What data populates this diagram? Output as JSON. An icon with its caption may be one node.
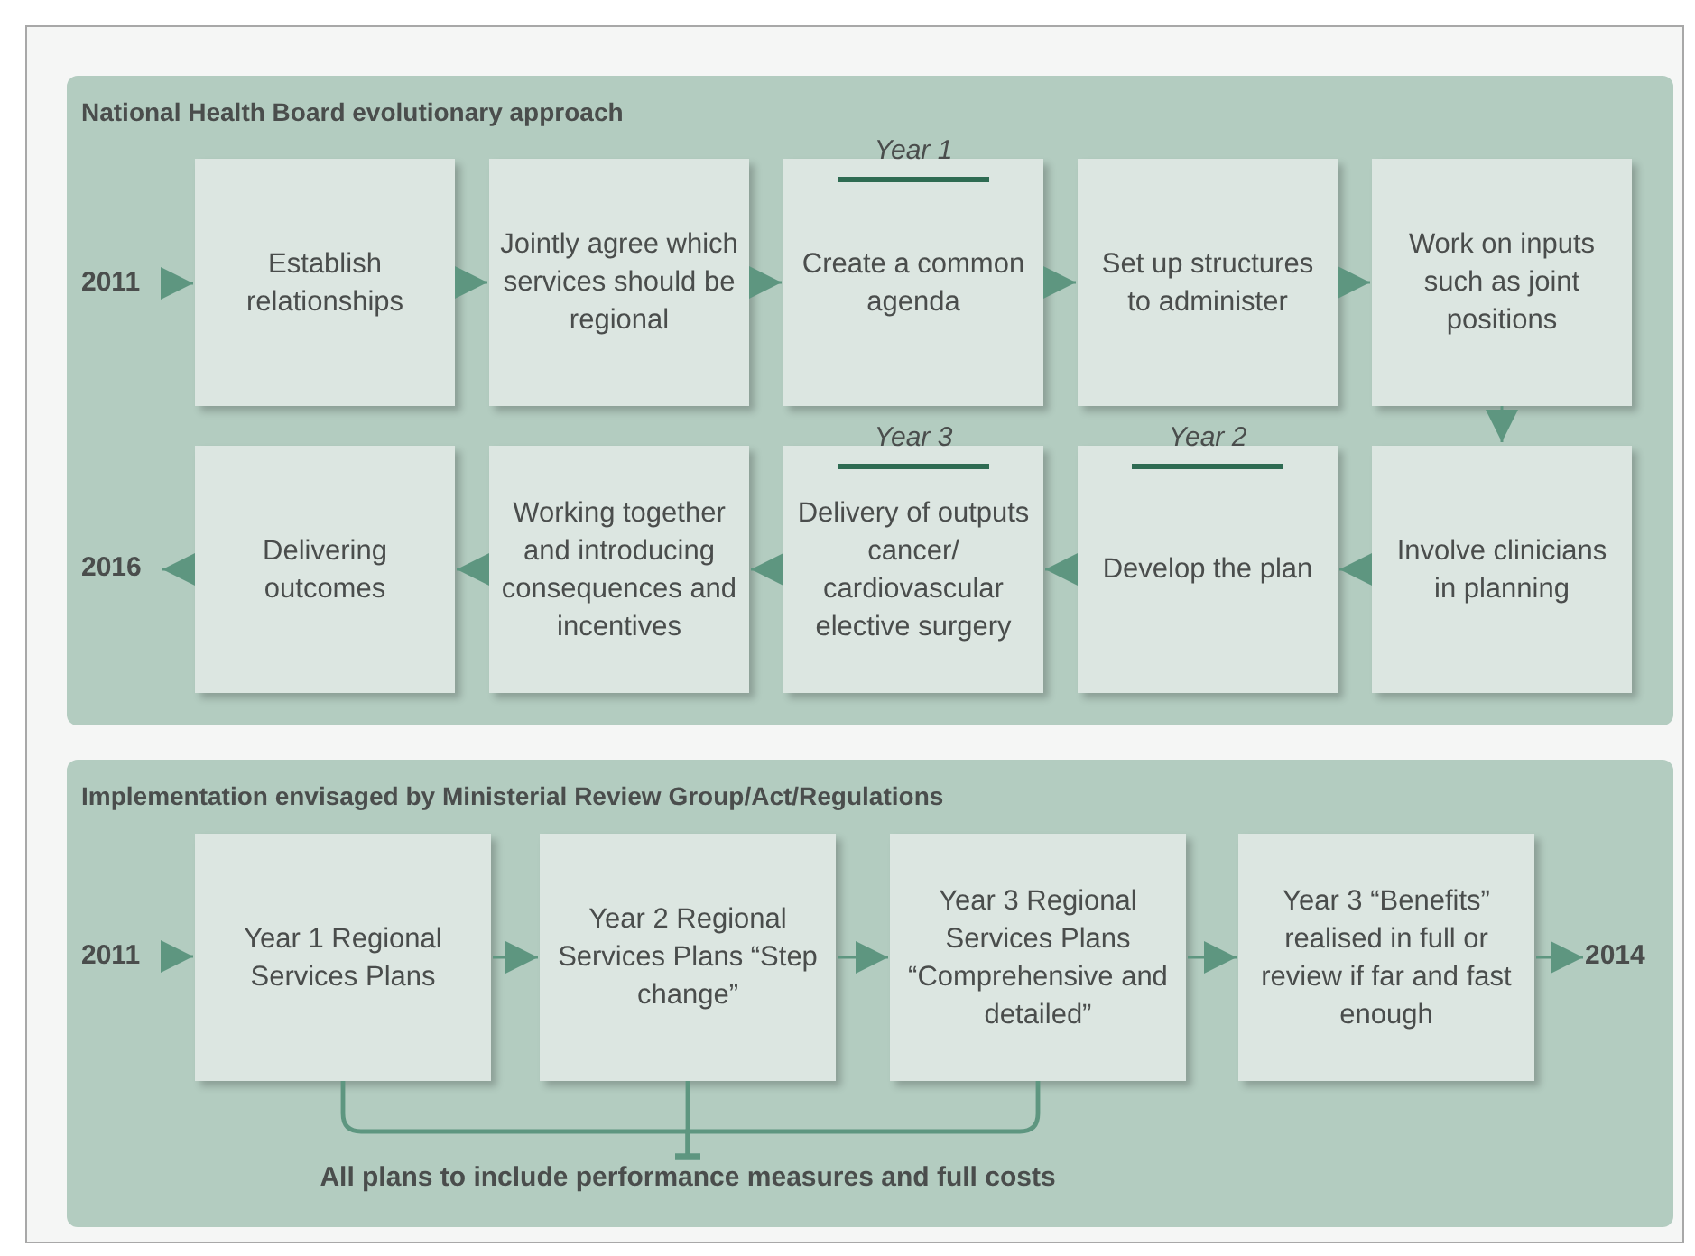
{
  "diagram": {
    "nodes": [
      {
        "text": [
          "National Health Board evolutionary approach"
        ]
      },
      {
        "text": [
          "2011"
        ],
        "in": 0
      },
      {
        "text": [
          "Establish relationships"
        ],
        "in": 0
      },
      {
        "text": [
          "Jointly agree which services should be regional"
        ],
        "in": 0
      },
      {
        "text": [
          "Create a common agenda"
        ],
        "beside": [
          "Year 1"
        ],
        "in": 0
      },
      {
        "text": [
          "Set up structures to administer"
        ],
        "in": 0
      },
      {
        "text": [
          "Work on inputs such as joint positions"
        ],
        "in": 0
      },
      {
        "text": [
          "Involve clinicians in planning"
        ],
        "in": 0
      },
      {
        "text": [
          "Develop the plan"
        ],
        "beside": [
          "Year 2"
        ],
        "in": 0
      },
      {
        "text": [
          "Delivery of outputs cancer/ cardiovascular elective surgery"
        ],
        "beside": [
          "Year 3"
        ],
        "in": 0
      },
      {
        "text": [
          "Working together and introducing consequences and incentives"
        ],
        "in": 0
      },
      {
        "text": [
          "Delivering outcomes"
        ],
        "in": 0
      },
      {
        "text": [
          "2016"
        ],
        "in": 0
      },
      {
        "text": [
          "Implementation envisaged by Ministerial Review Group/Act/Regulations"
        ]
      },
      {
        "text": [
          "2011"
        ],
        "in": 13
      },
      {
        "text": [
          "Year 1 Regional Services Plans"
        ],
        "in": 13
      },
      {
        "text": [
          "Year 2 Regional Services Plans “Step change”"
        ],
        "in": 13
      },
      {
        "text": [
          "Year 3 Regional Services Plans “Comprehensive and detailed”"
        ],
        "in": 13
      },
      {
        "text": [
          "Year 3 “Benefits” realised in full or review if far and fast enough"
        ],
        "in": 13
      },
      {
        "text": [
          "2014"
        ],
        "in": 13
      },
      {
        "text": [
          "All plans to include performance measures and full costs"
        ],
        "in": 13
      }
    ],
    "edges": [
      {
        "from": 1,
        "to": 2,
        "arrow": "to"
      },
      {
        "from": 2,
        "to": 3,
        "arrow": "to"
      },
      {
        "from": 3,
        "to": 4,
        "arrow": "to"
      },
      {
        "from": 4,
        "to": 5,
        "arrow": "to"
      },
      {
        "from": 5,
        "to": 6,
        "arrow": "to"
      },
      {
        "from": 6,
        "to": 7,
        "arrow": "to"
      },
      {
        "from": 7,
        "to": 8,
        "arrow": "to"
      },
      {
        "from": 8,
        "to": 9,
        "arrow": "to"
      },
      {
        "from": 9,
        "to": 10,
        "arrow": "to"
      },
      {
        "from": 10,
        "to": 11,
        "arrow": "to"
      },
      {
        "from": 11,
        "to": 12,
        "arrow": "to"
      },
      {
        "from": 14,
        "to": 15,
        "arrow": "to"
      },
      {
        "from": 15,
        "to": 16,
        "arrow": "to"
      },
      {
        "from": 16,
        "to": 17,
        "arrow": "to"
      },
      {
        "from": 17,
        "to": 18,
        "arrow": "to"
      },
      {
        "from": 18,
        "to": 19,
        "arrow": "to"
      },
      {
        "from": 15,
        "to": 20,
        "arrow": "other"
      },
      {
        "from": 16,
        "to": 20,
        "arrow": "other"
      },
      {
        "from": 17,
        "to": 20,
        "arrow": "other"
      }
    ]
  }
}
